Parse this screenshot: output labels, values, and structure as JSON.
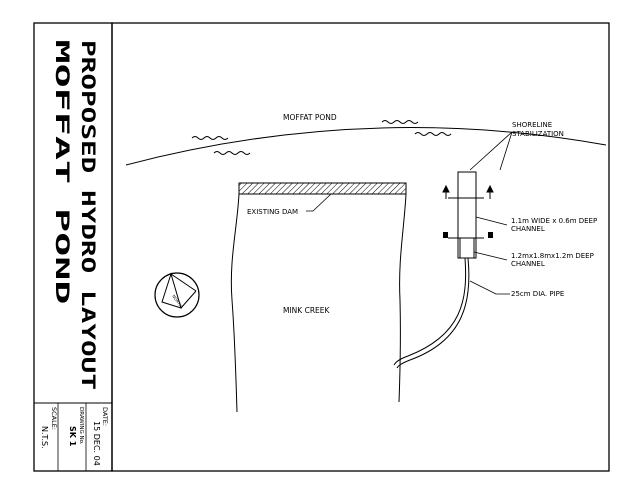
{
  "title_block": {
    "title_line1": "PROPOSED HYDRO LAYOUT",
    "title_line2": "MOFFAT POND",
    "date_label": "DATE:",
    "date_value": "15 DEC. 04",
    "drawing_label": "DRAWING No.",
    "drawing_value": "SK 1",
    "scale_label": "SCALE:",
    "scale_value": "N.T.S."
  },
  "labels": {
    "pond": "MOFFAT POND",
    "creek": "MINK CREEK",
    "dam": "EXISTING DAM",
    "shoreline_1": "SHORELINE",
    "shoreline_2": "STABILIZATION",
    "channel1_1": "1.1m WIDE x 0.6m DEEP",
    "channel1_2": "CHANNEL",
    "channel2_1": "1.2mx1.8mx1.2m DEEP",
    "channel2_2": "CHANNEL",
    "pipe": "25cm DIA. PIPE",
    "north": "NORTH"
  }
}
